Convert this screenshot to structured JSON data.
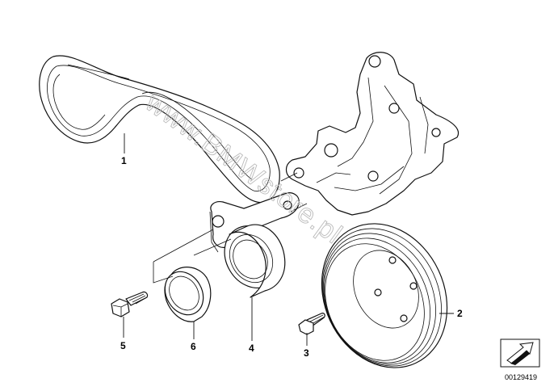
{
  "diagram": {
    "callouts": [
      {
        "id": "belt",
        "label": "1"
      },
      {
        "id": "pulley",
        "label": "2"
      },
      {
        "id": "bolt-small",
        "label": "3"
      },
      {
        "id": "tensioner",
        "label": "4"
      },
      {
        "id": "bolt",
        "label": "5"
      },
      {
        "id": "cap",
        "label": "6"
      }
    ],
    "watermark": "www.BMWstore.pl",
    "doc_number": "00129419",
    "colors": {
      "line": "#111111",
      "watermark": "#bbbbbb",
      "background": "#ffffff"
    },
    "icons": [
      "arrow-box-icon"
    ]
  }
}
